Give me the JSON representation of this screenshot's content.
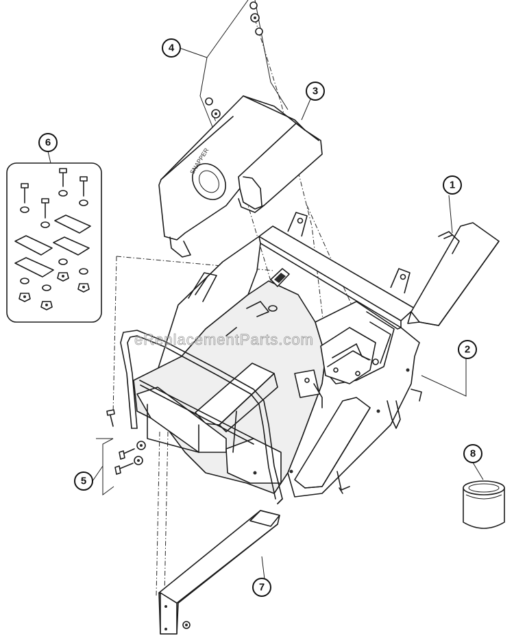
{
  "watermark": "eReplacementParts.com",
  "callouts": [
    {
      "id": "1",
      "label": "1"
    },
    {
      "id": "2",
      "label": "2"
    },
    {
      "id": "3",
      "label": "3"
    },
    {
      "id": "4",
      "label": "4"
    },
    {
      "id": "5",
      "label": "5"
    },
    {
      "id": "6",
      "label": "6"
    },
    {
      "id": "7",
      "label": "7"
    },
    {
      "id": "8",
      "label": "8"
    }
  ]
}
